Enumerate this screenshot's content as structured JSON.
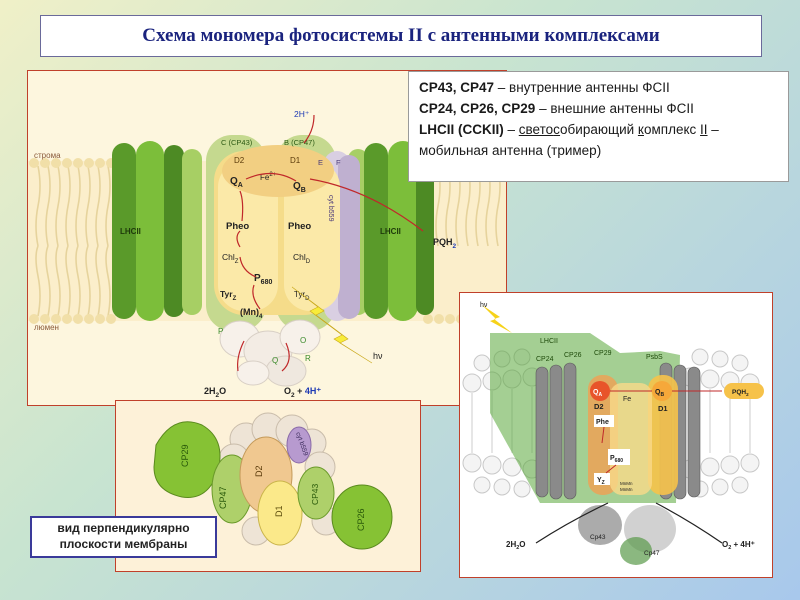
{
  "title": "Схема мономера фотосистемы II с антенными комплексами",
  "legend": {
    "line1": {
      "bold": "CP43, CP47",
      "rest": " – внутренние антенны ФСII"
    },
    "line2": {
      "bold": "CP24, CP26, CP29",
      "rest": " – внешние антенны ФСII"
    },
    "line3": {
      "bold": "LHCII (CCKII)",
      "rest_a": " – ",
      "u1": "свето",
      "rest_b": "",
      "u2": "с",
      "rest_c": "обирающий ",
      "u3": "к",
      "rest_d": "омплекс ",
      "u4": "II",
      "rest_e": " –"
    },
    "line4": "мобильная антенна (тример)"
  },
  "caption": {
    "line1": "вид перпендикулярно",
    "line2": "плоскости мембраны"
  },
  "main_diagram": {
    "stroma": "строма",
    "lumen": "люмен",
    "lhcii_left": "LHCII",
    "lhcii_right": "LHCII",
    "c_cp43": "C (CP43)",
    "b_cp47": "B (CP47)",
    "d2": "D2",
    "d1": "D1",
    "e": "E",
    "f": "F",
    "cytb559": "cyt b559",
    "two_h_plus": "2H⁺",
    "qa": "Q",
    "qa_sub": "A",
    "qb": "Q",
    "qb_sub": "B",
    "fe": "Fe",
    "fe_sup": "2+",
    "pheo_left": "Pheo",
    "pheo_right": "Pheo",
    "chlz": "Chl",
    "chlz_sub": "Z",
    "chld": "Chl",
    "chld_sub": "D",
    "p680": "P",
    "p680_sub": "680",
    "tyrz": "Tyr",
    "tyrz_sub": "Z",
    "tyrd": "Tyr",
    "tyrd_sub": "D",
    "mn": "(Mn)",
    "mn_sub": "4",
    "p": "P",
    "o": "O",
    "q": "Q",
    "r": "R",
    "hv": "hν",
    "pqh2": "PQH",
    "pqh2_sub": "2",
    "water": "2H",
    "water_sub": "2",
    "water_end": "O",
    "o2": "O",
    "o2_sub": "2",
    "o2_plus": " + ",
    "four_h": "4H⁺"
  },
  "top_view": {
    "cp29": "CP29",
    "cp47": "CP47",
    "d2": "D2",
    "d1": "D1",
    "cp43": "CP43",
    "cp26": "CP26",
    "cytb559": "cyt b559"
  },
  "diagram3d": {
    "hv": "hν",
    "lhcii": "LHCII",
    "cp24": "CP24",
    "cp26": "CP26",
    "cp29": "CP29",
    "psbs": "PsbS",
    "qa": "Q",
    "qa_sub": "A",
    "qb": "Q",
    "qb_sub": "B",
    "fe": "Fe",
    "d2": "D2",
    "d1": "D1",
    "pheo": "Phe",
    "p680": "P",
    "p680_sub": "680",
    "yz": "Y",
    "yz_sub": "Z",
    "mn1": "MnMn",
    "mn2": "MnMn",
    "pqh2": "PQH",
    "pqh2_sub": "2",
    "water": "2H",
    "water_sub": "2",
    "water_end": "O",
    "o2": "O",
    "o2_sub": "2",
    "o2_plus": " + ",
    "four_h": "4H⁺",
    "cp43": "Cp43",
    "cp47": "Cp47"
  }
}
